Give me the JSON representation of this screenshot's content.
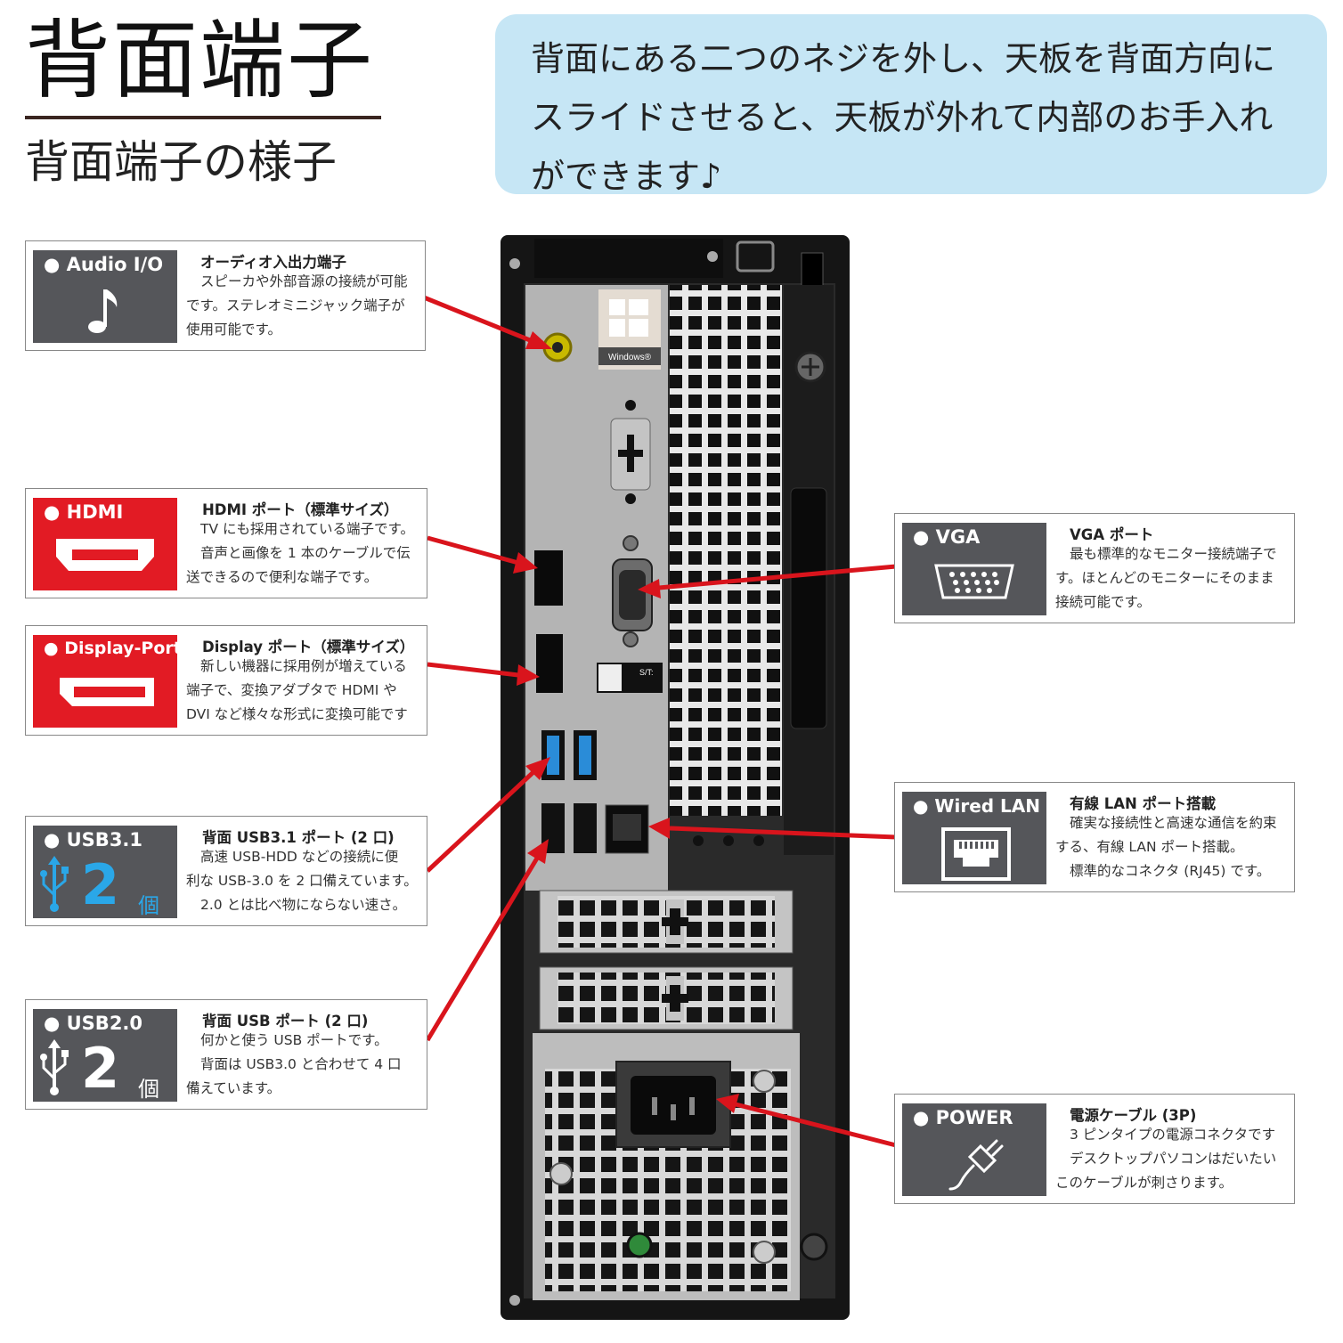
{
  "header": {
    "title": "背面端子",
    "subtitle": "背面端子の様子"
  },
  "note": {
    "lines": [
      "背面にある二つのネジを外し、天板を背面方向に",
      "スライドさせると、天板が外れて内部のお手入れ",
      "ができます♪"
    ]
  },
  "pc": {
    "windows_label": "Windows®",
    "st_label": "S/T:"
  },
  "cards": {
    "audio": {
      "badge": "● Audio I/O",
      "title": "オーディオ入出力端子",
      "lines": [
        "スピーカや外部音源の接続が可能",
        "です。ステレオミニジャック端子が",
        "使用可能です。"
      ]
    },
    "hdmi": {
      "badge": "● HDMI",
      "title": "HDMI ポート（標準サイズ）",
      "lines": [
        "TV にも採用されている端子です。",
        "音声と画像を 1 本のケーブルで伝",
        "送できるので便利な端子です。"
      ]
    },
    "dp": {
      "badge": "● Display-Port",
      "title": "Display ポート（標準サイズ）",
      "lines": [
        "新しい機器に採用例が増えている",
        "端子で、変換アダプタで HDMI や",
        "DVI など様々な形式に変換可能です"
      ]
    },
    "usb31": {
      "badge": "● USB3.1",
      "count": "2",
      "unit": "個",
      "title": "背面 USB3.1 ポート (2 口)",
      "lines": [
        "高速 USB-HDD などの接続に便",
        "利な USB-3.0 を 2 口備えています。",
        "2.0 とは比べ物にならない速さ。"
      ]
    },
    "usb20": {
      "badge": "● USB2.0",
      "count": "2",
      "unit": "個",
      "title": "背面 USB ポート (2 口)",
      "lines": [
        "何かと使う USB ポートです。",
        "背面は USB3.0 と合わせて 4 口",
        "備えています。"
      ]
    },
    "vga": {
      "badge": "● VGA",
      "title": "VGA ポート",
      "lines": [
        "最も標準的なモニター接続端子で",
        "す。ほとんどのモニターにそのまま",
        "接続可能です。"
      ]
    },
    "lan": {
      "badge": "● Wired LAN",
      "title": "有線 LAN ポート搭載",
      "lines": [
        "確実な接続性と高速な通信を約束",
        "する、有線 LAN ポート搭載。",
        "標準的なコネクタ (RJ45) です。"
      ]
    },
    "power": {
      "badge": "● POWER",
      "title": "電源ケーブル (3P)",
      "lines": [
        "3 ピンタイプの電源コネクタです",
        "デスクトップパソコンはだいたい",
        "このケーブルが刺さります。"
      ]
    }
  },
  "colors": {
    "badge_gray": "#55565a",
    "badge_red": "#e21b24",
    "arrow_red": "#d9141c",
    "usb31_blue": "#2aa7e8",
    "note_bg": "#c6e6f5"
  }
}
